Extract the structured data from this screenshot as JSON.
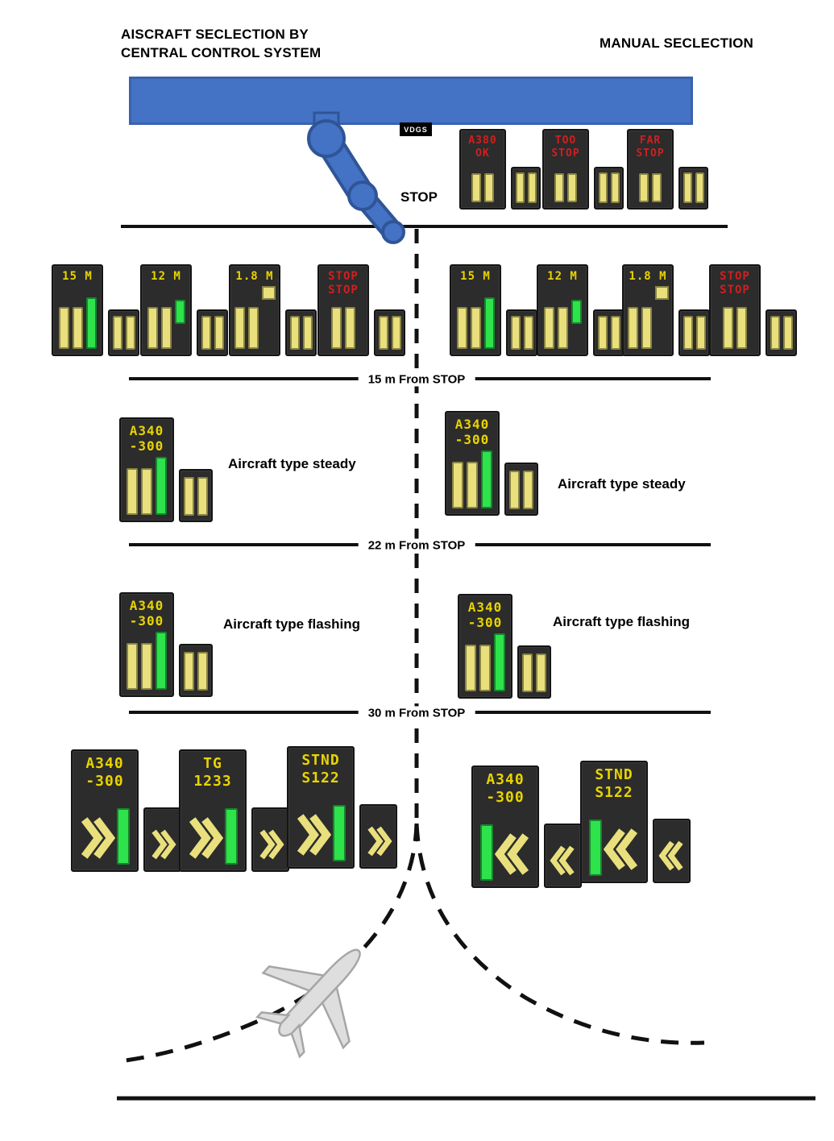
{
  "titles": {
    "left_line1": "AISCRAFT SECLECTION BY",
    "left_line2": "CENTRAL CONTROL SYSTEM",
    "right": "MANUAL SECLECTION"
  },
  "bridge": {
    "vdgs_label": "VDGS",
    "stop_label": "STOP"
  },
  "distance_lines": [
    {
      "label": "15 m From STOP"
    },
    {
      "label": "22 m From STOP"
    },
    {
      "label": "30 m From STOP"
    }
  ],
  "annotations": {
    "steady_left": "Aircraft type steady",
    "steady_right": "Aircraft type steady",
    "flashing_left": "Aircraft type flashing",
    "flashing_right": "Aircraft type flashing"
  },
  "colors": {
    "bridge_blue": "#4472c4",
    "bridge_blue_dark": "#2f5597",
    "display_bg": "#2c2c2c",
    "bar_yellow": "#e9e07d",
    "bar_green": "#2ee24b",
    "text_yellow": "#e8d400",
    "text_red": "#d11f1f",
    "line_black": "#111111"
  },
  "displays": {
    "stop_row": [
      {
        "lines": [
          "A380",
          "OK"
        ],
        "text_color": "red",
        "main": [
          "y",
          "y"
        ],
        "companion": [
          "y",
          "y"
        ]
      },
      {
        "lines": [
          "TOO",
          "STOP"
        ],
        "text_color": "red",
        "main": [
          "y",
          "y"
        ],
        "companion": [
          "y",
          "y"
        ]
      },
      {
        "lines": [
          "FAR",
          "STOP"
        ],
        "text_color": "red",
        "main": [
          "y",
          "y"
        ],
        "companion": [
          "y",
          "y"
        ]
      }
    ],
    "approach_left": [
      {
        "lines": [
          "15 M"
        ],
        "text_color": "yellow",
        "main": [
          "y",
          "y",
          "gt"
        ],
        "companion": [
          "y",
          "y"
        ]
      },
      {
        "lines": [
          "12 M"
        ],
        "text_color": "yellow",
        "main": [
          "y",
          "y",
          "gs"
        ],
        "companion": [
          "y",
          "y"
        ]
      },
      {
        "lines": [
          "1.8 M"
        ],
        "text_color": "yellow",
        "main": [
          "y",
          "y",
          "dot"
        ],
        "companion": [
          "y",
          "y"
        ]
      },
      {
        "lines": [
          "STOP",
          "STOP"
        ],
        "text_color": "red",
        "main": [
          "y",
          "y"
        ],
        "companion": [
          "y",
          "y"
        ]
      }
    ],
    "approach_right": [
      {
        "lines": [
          "15 M"
        ],
        "text_color": "yellow",
        "main": [
          "y",
          "y",
          "gt"
        ],
        "companion": [
          "y",
          "y"
        ]
      },
      {
        "lines": [
          "12 M"
        ],
        "text_color": "yellow",
        "main": [
          "y",
          "y",
          "gs"
        ],
        "companion": [
          "y",
          "y"
        ]
      },
      {
        "lines": [
          "1.8 M"
        ],
        "text_color": "yellow",
        "main": [
          "y",
          "y",
          "dot"
        ],
        "companion": [
          "y",
          "y"
        ]
      },
      {
        "lines": [
          "STOP",
          "STOP"
        ],
        "text_color": "red",
        "main": [
          "y",
          "y"
        ],
        "companion": [
          "y",
          "y"
        ]
      }
    ],
    "steady_left": {
      "lines": [
        "A340",
        "-300"
      ],
      "text_color": "yellow",
      "main": [
        "y",
        "y",
        "gt"
      ],
      "companion": [
        "y",
        "y"
      ]
    },
    "steady_right": {
      "lines": [
        "A340",
        "-300"
      ],
      "text_color": "yellow",
      "main": [
        "y",
        "y",
        "gt"
      ],
      "companion": [
        "y",
        "y"
      ]
    },
    "flashing_left": {
      "lines": [
        "A340",
        "-300"
      ],
      "text_color": "yellow",
      "main": [
        "y",
        "y",
        "gt"
      ],
      "companion": [
        "y",
        "y"
      ]
    },
    "flashing_right": {
      "lines": [
        "A340",
        "-300"
      ],
      "text_color": "yellow",
      "main": [
        "y",
        "y",
        "gt"
      ],
      "companion": [
        "y",
        "y"
      ]
    },
    "entry_left": [
      {
        "lines": [
          "A340",
          "-300"
        ],
        "text_color": "yellow",
        "main": [
          "cr",
          "gbar"
        ],
        "companion": [
          "cr"
        ]
      },
      {
        "lines": [
          "TG",
          "1233"
        ],
        "text_color": "yellow",
        "main": [
          "cr",
          "gbar"
        ],
        "companion": [
          "cr"
        ]
      },
      {
        "lines": [
          "STND",
          "S122"
        ],
        "text_color": "yellow",
        "main": [
          "cr",
          "gbar"
        ],
        "companion": [
          "cr"
        ]
      }
    ],
    "entry_right": [
      {
        "lines": [
          "A340",
          "-300"
        ],
        "text_color": "yellow",
        "main": [
          "gbar",
          "cl"
        ],
        "companion": [
          "cl"
        ]
      },
      {
        "lines": [
          "STND",
          "S122"
        ],
        "text_color": "yellow",
        "main": [
          "gbar",
          "cl"
        ],
        "companion": [
          "cl"
        ]
      }
    ]
  }
}
